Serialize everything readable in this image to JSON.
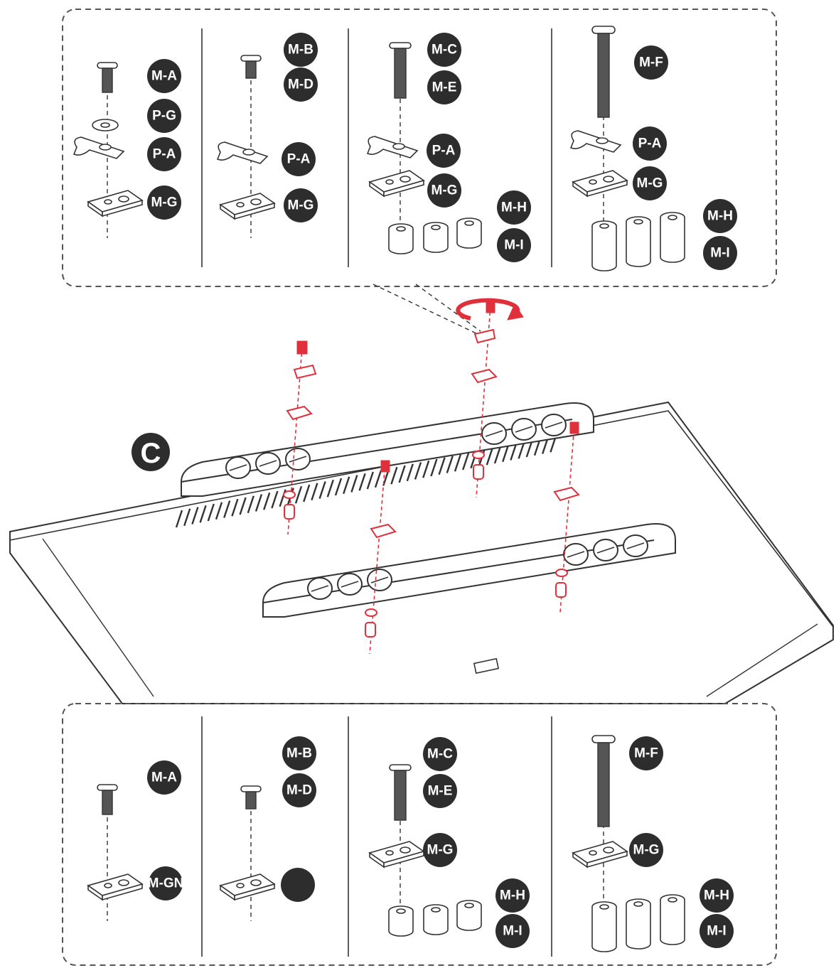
{
  "colors": {
    "badge": "#2d2d2d",
    "accent": "#e0303c",
    "line": "#333333"
  },
  "step": {
    "label": "C"
  },
  "top_panel": {
    "groups": [
      {
        "labels": [
          "M-A",
          "P-G",
          "P-A",
          "M-G"
        ]
      },
      {
        "labels": [
          "M-B",
          "M-D",
          "P-A",
          "M-G"
        ]
      },
      {
        "labels": [
          "M-C",
          "M-E",
          "P-A",
          "M-G",
          "M-H",
          "M-I"
        ]
      },
      {
        "labels": [
          "M-F",
          "P-A",
          "M-G",
          "M-H",
          "M-I"
        ]
      }
    ]
  },
  "bottom_panel": {
    "groups": [
      {
        "labels": [
          "M-A",
          "M-GN"
        ]
      },
      {
        "labels": [
          "M-B",
          "M-D",
          ""
        ]
      },
      {
        "labels": [
          "M-C",
          "M-E",
          "M-G",
          "M-H",
          "M-I"
        ]
      },
      {
        "labels": [
          "M-F",
          "M-G",
          "M-H",
          "M-I"
        ]
      }
    ]
  },
  "icons": [
    "rotate-arrow-icon",
    "screw-icon",
    "washer-icon",
    "cable-clip-icon",
    "plate-icon",
    "spacer-icon"
  ]
}
